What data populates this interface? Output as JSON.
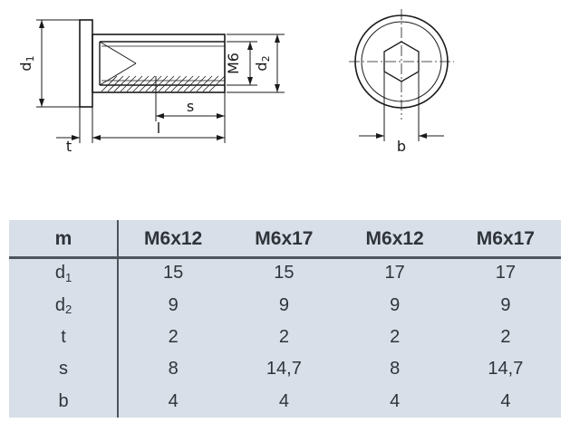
{
  "drawing": {
    "side_view_labels": {
      "d1_base": "d",
      "d1_sub": "1",
      "d2_base": "d",
      "d2_sub": "2",
      "thread": "M6",
      "t": "t",
      "l": "l",
      "s": "s"
    },
    "front_view_labels": {
      "b": "b"
    }
  },
  "table": {
    "corner_header": "m",
    "column_headers": [
      "M6x12",
      "M6x17",
      "M6x12",
      "M6x17"
    ],
    "rows": [
      {
        "label": "d",
        "sub": "1",
        "values": [
          "15",
          "15",
          "17",
          "17"
        ]
      },
      {
        "label": "d",
        "sub": "2",
        "values": [
          "9",
          "9",
          "9",
          "9"
        ]
      },
      {
        "label": "t",
        "sub": "",
        "values": [
          "2",
          "2",
          "2",
          "2"
        ]
      },
      {
        "label": "s",
        "sub": "",
        "values": [
          "8",
          "14,7",
          "8",
          "14,7"
        ]
      },
      {
        "label": "b",
        "sub": "",
        "values": [
          "4",
          "4",
          "4",
          "4"
        ]
      }
    ]
  },
  "colors": {
    "table_background": "#d8dfe8",
    "table_line": "#4d545c",
    "text": "#2f343a",
    "drawing_line": "#1a1a1a"
  }
}
